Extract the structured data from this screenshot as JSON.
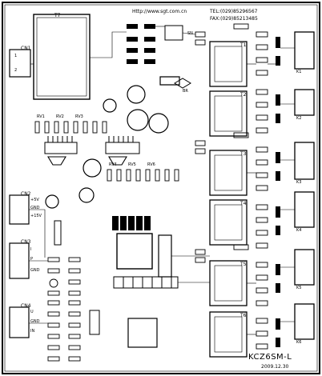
{
  "board": {
    "url": "Http://www.sgt.com.cn",
    "tel": "TEL:(029)85296567",
    "fax": "FAX:(029)85213485",
    "model": "KCZ6SM-L",
    "date": "2009.12.30"
  },
  "connectors": [
    {
      "ref": "CN1",
      "pins": [
        "1",
        "2"
      ]
    },
    {
      "ref": "CN2",
      "pins": [
        "+5V",
        "GND",
        "+15V"
      ]
    },
    {
      "ref": "CN3",
      "pins": [
        "I",
        "P",
        "GND"
      ]
    },
    {
      "ref": "CN4",
      "pins": [
        "U",
        "GND",
        "IN"
      ]
    }
  ],
  "parts": {
    "transformer": "T7",
    "bridge": "BR",
    "jumper": "SN",
    "rows": [
      "RV1",
      "RV2",
      "RV3",
      "RV4",
      "RV5",
      "RV6"
    ],
    "channels": [
      "K1",
      "K2",
      "K3",
      "K4",
      "K5",
      "K6"
    ],
    "pulse_transformers": [
      "T1",
      "T2",
      "T3",
      "T4",
      "T5",
      "T6"
    ]
  },
  "palette": {
    "copper": "#000000",
    "board": "#ffffff"
  }
}
